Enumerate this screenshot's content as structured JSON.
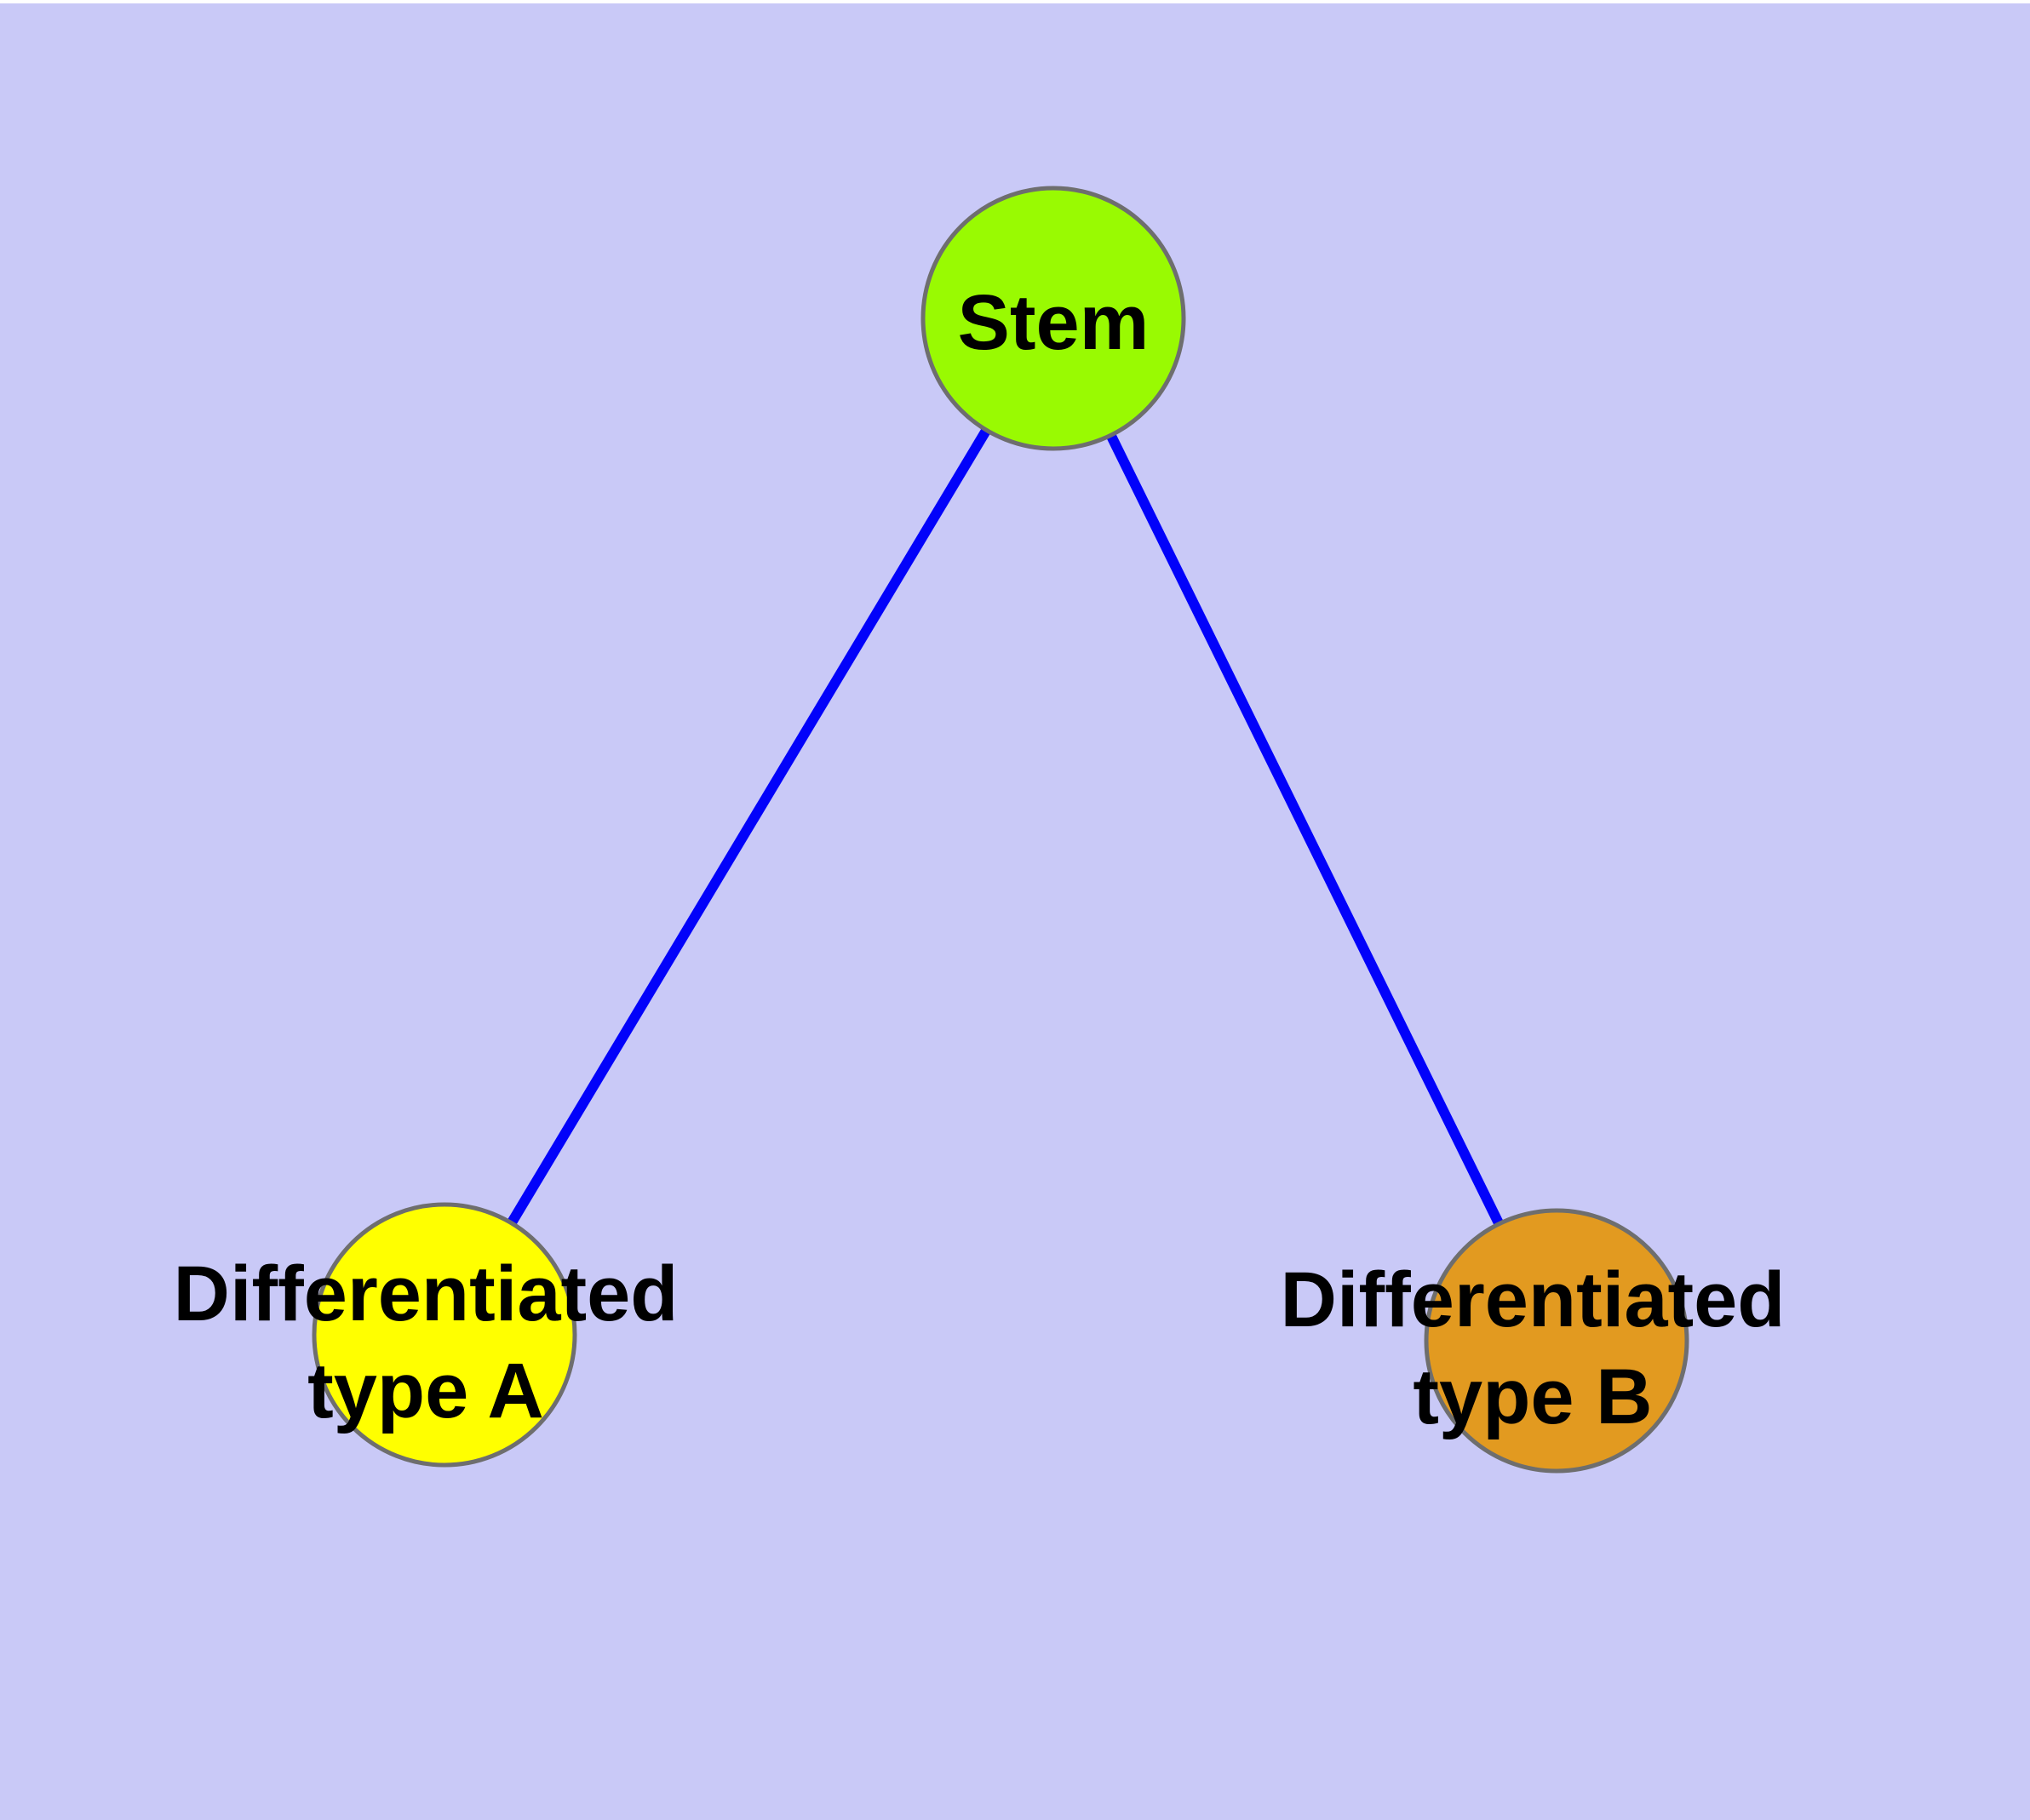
{
  "diagram": {
    "background_color": "#C9C9F7",
    "top_margin_color": "#FFFFFF",
    "edge_color": "#0202FA",
    "node_border_color": "#6E6E6E",
    "label_color": "#000000",
    "nodes": [
      {
        "id": "stem",
        "label": "Stem",
        "fill_color": "#99FA02"
      },
      {
        "id": "differentiated-type-a",
        "label_line1": "Differentiated",
        "label_line2": "type A",
        "fill_color": "#FFFF00"
      },
      {
        "id": "differentiated-type-b",
        "label_line1": "Differentiated",
        "label_line2": "type B",
        "fill_color": "#E29A20"
      }
    ],
    "edges": [
      {
        "from": "Stem",
        "to": "Differentiated type A"
      },
      {
        "from": "Stem",
        "to": "Differentiated type B"
      }
    ]
  }
}
